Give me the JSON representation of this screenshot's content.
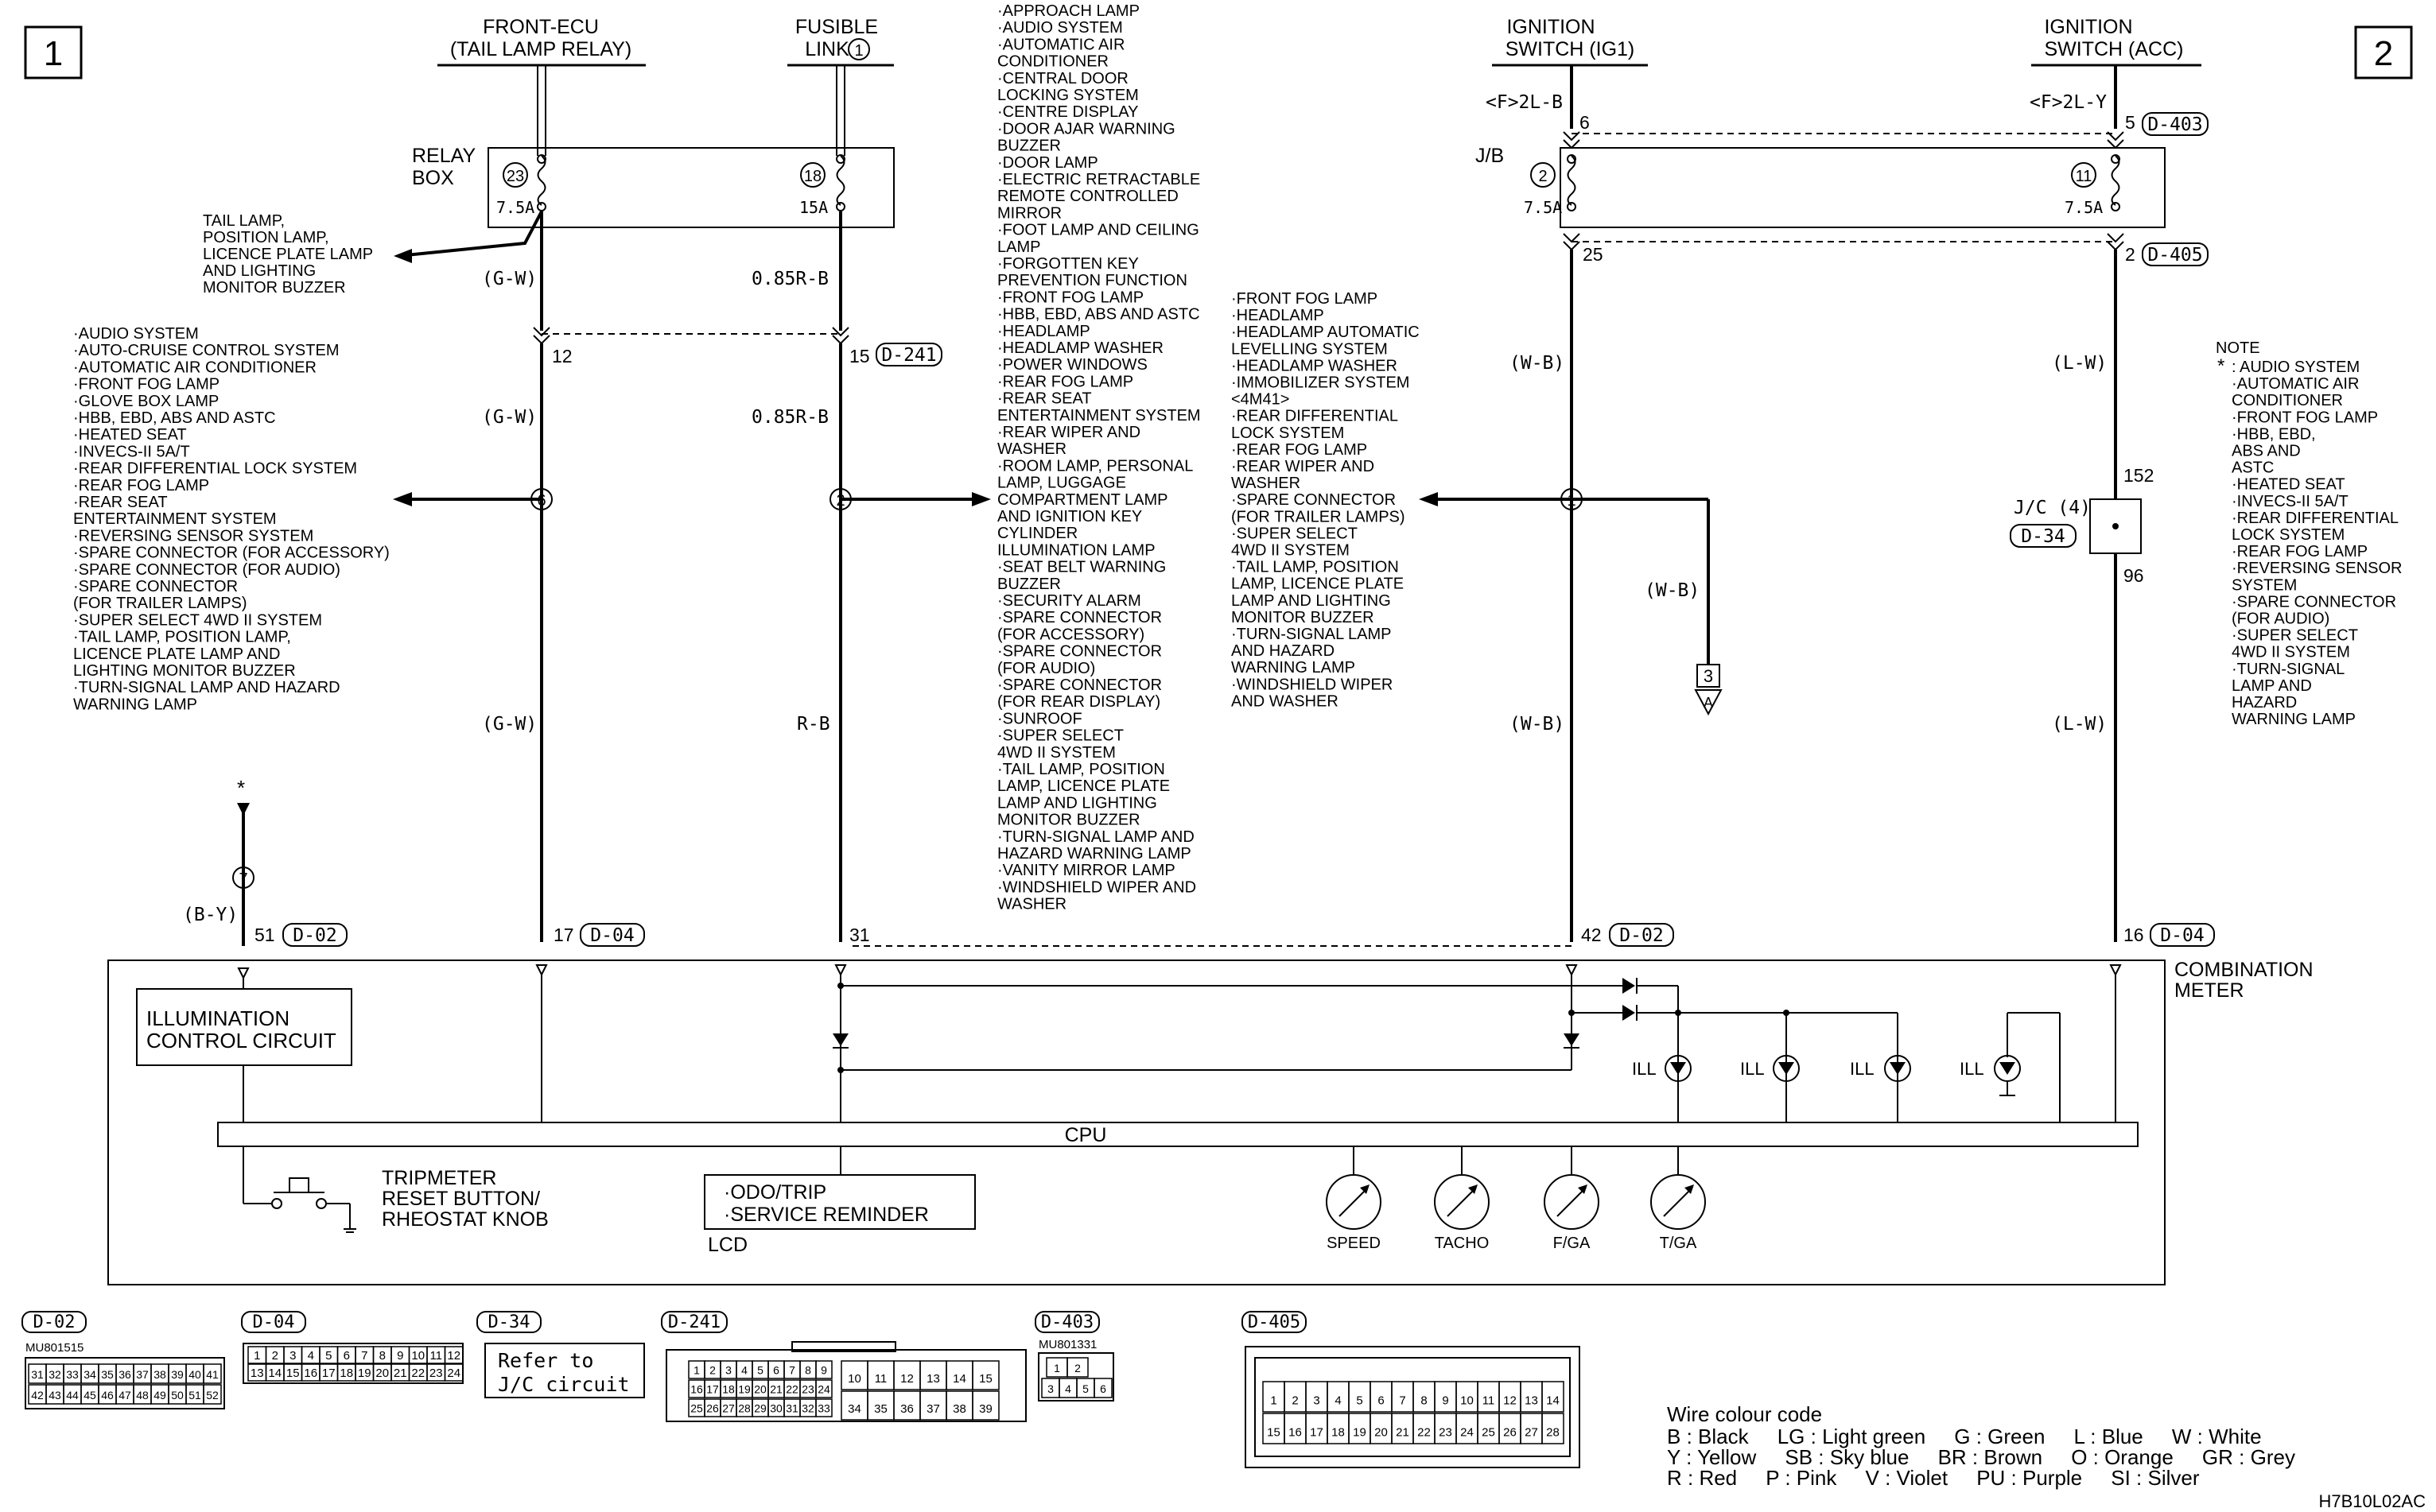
{
  "page_markers": [
    "1",
    "2"
  ],
  "sources": {
    "front_ecu": [
      "FRONT-ECU",
      "(TAIL LAMP RELAY)"
    ],
    "fusible_link": "FUSIBLE",
    "fusible_link_2": "LINK",
    "fusible_link_num": "1",
    "ign_ig1": [
      "IGNITION",
      "SWITCH (IG1)"
    ],
    "ign_acc": [
      "IGNITION",
      "SWITCH (ACC)"
    ]
  },
  "relay_box": {
    "label": [
      "RELAY",
      "BOX"
    ],
    "fuse23_num": "23",
    "fuse23_amp": "7.5A",
    "fuse18_num": "18",
    "fuse18_amp": "15A"
  },
  "jb": {
    "label": "J/B",
    "fuse2_num": "2",
    "fuse2_amp": "7.5A",
    "fuse11_num": "11",
    "fuse11_amp": "7.5A",
    "top_left": "<F>2L-B",
    "top_right": "<F>2L-Y",
    "pin6": "6",
    "pin5": "5",
    "conn_d403": "D-403",
    "pin25": "25",
    "pin2": "2",
    "conn_d405": "D-405"
  },
  "wires": {
    "gw1": "(G-W)",
    "gw2": "(G-W)",
    "gw3": "(G-W)",
    "rb1": "0.85R-B",
    "rb2": "0.85R-B",
    "rb3": "R-B",
    "wb1": "(W-B)",
    "wb2": "(W-B)",
    "wb3": "(W-B)",
    "lw1": "(L-W)",
    "lw2": "(L-W)",
    "by": "(B-Y)"
  },
  "splices": {
    "s6": "6",
    "s2": "2",
    "s1": "1",
    "s7": "7"
  },
  "pins": {
    "p12": "12",
    "p15": "15",
    "c_d241": "D-241",
    "p152": "152",
    "p96": "96"
  },
  "jc": {
    "label": "J/C (4)",
    "conn": "D-34"
  },
  "tail_lamp_list": [
    "TAIL LAMP,",
    "POSITION LAMP,",
    "LICENCE PLATE LAMP",
    "AND LIGHTING",
    "MONITOR BUZZER"
  ],
  "left_list": [
    "·AUDIO SYSTEM",
    "·AUTO-CRUISE CONTROL SYSTEM",
    "·AUTOMATIC AIR CONDITIONER",
    "·FRONT FOG LAMP",
    "·GLOVE BOX LAMP",
    "·HBB, EBD, ABS AND ASTC",
    "·HEATED SEAT",
    "·INVECS-II 5A/T",
    "·REAR DIFFERENTIAL LOCK SYSTEM",
    "·REAR FOG LAMP",
    "·REAR SEAT",
    " ENTERTAINMENT SYSTEM",
    "·REVERSING SENSOR SYSTEM",
    "·SPARE CONNECTOR (FOR ACCESSORY)",
    "·SPARE CONNECTOR (FOR AUDIO)",
    "·SPARE CONNECTOR",
    " (FOR TRAILER LAMPS)",
    "·SUPER SELECT 4WD II SYSTEM",
    "·TAIL LAMP, POSITION LAMP,",
    " LICENCE PLATE LAMP AND",
    " LIGHTING MONITOR BUZZER",
    "·TURN-SIGNAL LAMP AND HAZARD",
    " WARNING LAMP"
  ],
  "center_list": [
    "·APPROACH LAMP",
    "·AUDIO SYSTEM",
    "·AUTOMATIC AIR",
    " CONDITIONER",
    "·CENTRAL DOOR",
    " LOCKING SYSTEM",
    "·CENTRE DISPLAY",
    "·DOOR AJAR WARNING",
    " BUZZER",
    "·DOOR LAMP",
    "·ELECTRIC RETRACTABLE",
    " REMOTE CONTROLLED",
    " MIRROR",
    "·FOOT LAMP AND CEILING",
    " LAMP",
    "·FORGOTTEN KEY",
    " PREVENTION FUNCTION",
    "·FRONT FOG LAMP",
    "·HBB, EBD, ABS AND ASTC",
    "·HEADLAMP",
    "·HEADLAMP WASHER",
    "·POWER WINDOWS",
    "·REAR FOG LAMP",
    "·REAR SEAT",
    " ENTERTAINMENT SYSTEM",
    "·REAR WIPER AND",
    " WASHER",
    "·ROOM LAMP, PERSONAL",
    " LAMP, LUGGAGE",
    " COMPARTMENT LAMP",
    " AND IGNITION KEY",
    " CYLINDER",
    " ILLUMINATION LAMP",
    "·SEAT BELT WARNING",
    " BUZZER",
    "·SECURITY ALARM",
    "·SPARE CONNECTOR",
    " (FOR ACCESSORY)",
    "·SPARE CONNECTOR",
    " (FOR AUDIO)",
    "·SPARE CONNECTOR",
    " (FOR REAR DISPLAY)",
    "·SUNROOF",
    "·SUPER SELECT",
    " 4WD II SYSTEM",
    "·TAIL LAMP, POSITION",
    " LAMP, LICENCE PLATE",
    " LAMP AND LIGHTING",
    " MONITOR BUZZER",
    "·TURN-SIGNAL LAMP AND",
    " HAZARD WARNING LAMP",
    "·VANITY MIRROR LAMP",
    "·WINDSHIELD WIPER AND",
    " WASHER"
  ],
  "right_list": [
    "·FRONT FOG LAMP",
    "·HEADLAMP",
    "·HEADLAMP AUTOMATIC",
    " LEVELLING SYSTEM",
    "·HEADLAMP WASHER",
    "·IMMOBILIZER SYSTEM",
    " <4M41>",
    "·REAR DIFFERENTIAL",
    " LOCK SYSTEM",
    "·REAR FOG LAMP",
    "·REAR WIPER AND",
    " WASHER",
    "·SPARE CONNECTOR",
    " (FOR TRAILER LAMPS)",
    "·SUPER SELECT",
    " 4WD II SYSTEM",
    "·TAIL LAMP, POSITION",
    " LAMP, LICENCE PLATE",
    " LAMP AND LIGHTING",
    " MONITOR BUZZER",
    "·TURN-SIGNAL LAMP",
    " AND HAZARD",
    " WARNING LAMP",
    "·WINDSHIELD WIPER",
    " AND WASHER"
  ],
  "note": {
    "title": "NOTE",
    "star": "*",
    "lines": [
      ": AUDIO SYSTEM",
      " ·AUTOMATIC AIR",
      "  CONDITIONER",
      " ·FRONT FOG LAMP",
      " ·HBB, EBD,",
      "  ABS AND",
      "  ASTC",
      " ·HEATED SEAT",
      " ·INVECS-II 5A/T",
      " ·REAR DIFFERENTIAL",
      "  LOCK SYSTEM",
      " ·REAR FOG LAMP",
      " ·REVERSING SENSOR",
      "  SYSTEM",
      " ·SPARE CONNECTOR",
      "  (FOR AUDIO)",
      " ·SUPER SELECT",
      "  4WD II SYSTEM",
      " ·TURN-SIGNAL",
      "  LAMP AND",
      "  HAZARD",
      "  WARNING LAMP"
    ]
  },
  "sub_ref": {
    "num": "3",
    "letter": "A"
  },
  "star_mark": "*",
  "meter_pins": {
    "p51": "51",
    "c51": "D-02",
    "p17": "17",
    "c17": "D-04",
    "p31": "31",
    "p42": "42",
    "c42": "D-02",
    "p16": "16",
    "c16": "D-04"
  },
  "meter": {
    "title": [
      "COMBINATION",
      "METER"
    ],
    "illum": [
      "ILLUMINATION",
      "CONTROL CIRCUIT"
    ],
    "cpu": "CPU",
    "tripmeter": [
      "TRIPMETER",
      "RESET BUTTON/",
      "RHEOSTAT KNOB"
    ],
    "lcd_lines": [
      "·ODO/TRIP",
      "·SERVICE REMINDER"
    ],
    "lcd": "LCD",
    "ill": "ILL",
    "gauges": [
      "SPEED",
      "TACHO",
      "F/GA",
      "T/GA"
    ]
  },
  "connectors": {
    "d02": {
      "id": "D-02",
      "part": "MU801515",
      "row1": [
        "31",
        "32",
        "33",
        "34",
        "35",
        "36",
        "37",
        "38",
        "39",
        "40",
        "41"
      ],
      "row2": [
        "42",
        "43",
        "44",
        "45",
        "46",
        "47",
        "48",
        "49",
        "50",
        "51",
        "52"
      ]
    },
    "d04": {
      "id": "D-04",
      "row1": [
        "1",
        "2",
        "3",
        "4",
        "5",
        "6",
        "7",
        "8",
        "9",
        "10",
        "11",
        "12"
      ],
      "row2": [
        "13",
        "14",
        "15",
        "16",
        "17",
        "18",
        "19",
        "20",
        "21",
        "22",
        "23",
        "24"
      ]
    },
    "d34": {
      "id": "D-34",
      "text": [
        "Refer to",
        "J/C circuit"
      ]
    },
    "d241": {
      "id": "D-241",
      "row1": [
        "1",
        "2",
        "3",
        "4",
        "5",
        "6",
        "7",
        "8",
        "9"
      ],
      "row2": [
        "16",
        "17",
        "18",
        "19",
        "20",
        "21",
        "22",
        "23",
        "24"
      ],
      "row3": [
        "25",
        "26",
        "27",
        "28",
        "29",
        "30",
        "31",
        "32",
        "33"
      ],
      "big1": [
        "10",
        "11",
        "12",
        "13",
        "14",
        "15"
      ],
      "big2": [
        "34",
        "35",
        "36",
        "37",
        "38",
        "39"
      ]
    },
    "d403": {
      "id": "D-403",
      "part": "MU801331",
      "row1": [
        "1",
        "2"
      ],
      "row2": [
        "3",
        "4",
        "5",
        "6"
      ]
    },
    "d405": {
      "id": "D-405",
      "row1": [
        "1",
        "2",
        "3",
        "4",
        "5",
        "6",
        "7",
        "8",
        "9",
        "10",
        "11",
        "12",
        "13",
        "14"
      ],
      "row2": [
        "15",
        "16",
        "17",
        "18",
        "19",
        "20",
        "21",
        "22",
        "23",
        "24",
        "25",
        "26",
        "27",
        "28"
      ]
    }
  },
  "wire_code": {
    "title": "Wire colour code",
    "lines": [
      "B : Black     LG : Light green     G : Green     L : Blue     W : White",
      "Y : Yellow     SB : Sky blue     BR : Brown     O : Orange     GR : Grey",
      "R : Red     P : Pink     V : Violet     PU : Purple     SI : Silver"
    ]
  },
  "diagram_id": "H7B10L02AC"
}
